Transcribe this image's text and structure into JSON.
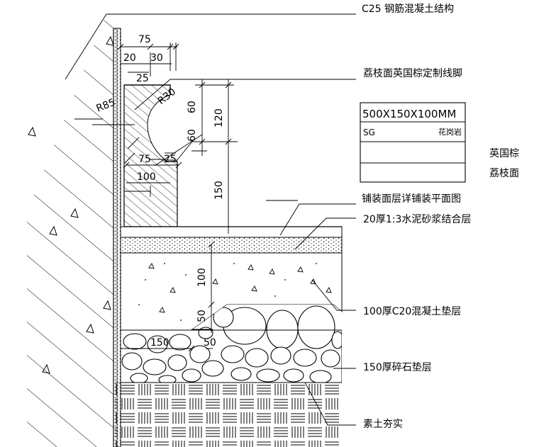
{
  "labels": {
    "structure": "C25 钢筋混凝土结构",
    "skirting": "荔枝面英国棕定制线脚",
    "paving_ref": "铺装面层详铺装平面图",
    "mortar": "20厚1:3水泥砂浆结合层",
    "concrete": "100厚C20混凝土垫层",
    "gravel": "150厚碎石垫层",
    "soil": "素土夯实"
  },
  "spec_table": {
    "size": "500X150X100MM",
    "code": "SG",
    "material": "花岗岩",
    "note_line1": "英国棕",
    "note_line2": "荔枝面"
  },
  "dimensions": {
    "d75_top": "75",
    "d20": "20",
    "d30": "30",
    "d25_top": "25",
    "r85": "R85",
    "r30": "R30",
    "d60_a": "60",
    "d120": "120",
    "d60_b": "60",
    "d75_mid": "75",
    "d25_mid": "25",
    "d100_mid": "100",
    "d150_v": "150",
    "d100_v": "100",
    "d50_a": "50",
    "d50_b": "50",
    "d150_h": "150"
  },
  "colors": {
    "line": "#000000",
    "background": "#ffffff"
  }
}
